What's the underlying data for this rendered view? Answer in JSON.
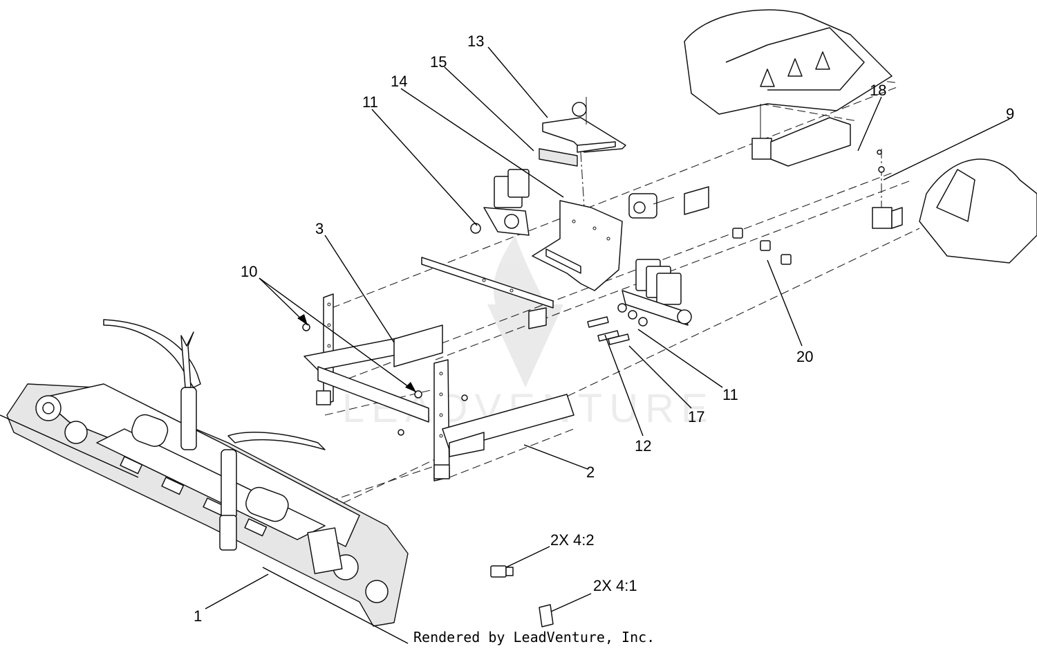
{
  "callouts": [
    {
      "id": "c1",
      "text": "1"
    },
    {
      "id": "c2",
      "text": "2"
    },
    {
      "id": "c3",
      "text": "3"
    },
    {
      "id": "c9",
      "text": "9"
    },
    {
      "id": "c10",
      "text": "10"
    },
    {
      "id": "c11a",
      "text": "11"
    },
    {
      "id": "c11b",
      "text": "11"
    },
    {
      "id": "c12",
      "text": "12"
    },
    {
      "id": "c13",
      "text": "13"
    },
    {
      "id": "c14",
      "text": "14"
    },
    {
      "id": "c15",
      "text": "15"
    },
    {
      "id": "c17",
      "text": "17"
    },
    {
      "id": "c18",
      "text": "18"
    },
    {
      "id": "c20",
      "text": "20"
    },
    {
      "id": "c4_2",
      "text": "2X 4:2"
    },
    {
      "id": "c4_1",
      "text": "2X 4:1"
    }
  ],
  "watermark": "LEADVENTURE",
  "footer": "Rendered by LeadVenture, Inc.",
  "colors": {
    "ink": "#000000",
    "background": "#ffffff"
  }
}
